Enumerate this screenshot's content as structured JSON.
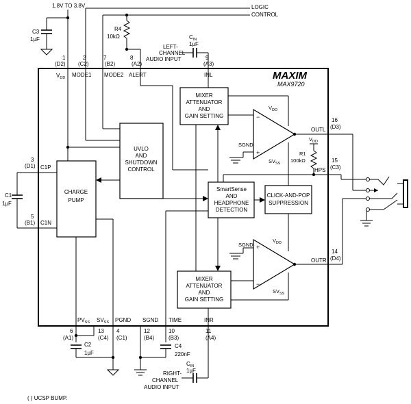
{
  "top": {
    "supply": "1.8V TO 3.8V",
    "logic1": "LOGIC",
    "logic2": "CONTROL",
    "c3": "C3",
    "c3v": "1µF",
    "r4": "R4",
    "r4v": "10kΩ",
    "cin": "C",
    "cin_sub": "IN",
    "cinv": "1µF",
    "left1": "LEFT-",
    "left2": "CHANNEL",
    "left3": "AUDIO INPUT"
  },
  "pins_top": {
    "p1": "1",
    "p1b": "(D2)",
    "vdd": "V",
    "vdd_sub": "DD",
    "p2": "2",
    "p2b": "(C2)",
    "mode1": "MODE1",
    "p7": "7",
    "p7b": "(B2)",
    "mode2": "MODE2",
    "p8": "8",
    "p8b": "(A2)",
    "alert": "ALERT",
    "p9": "9",
    "p9b": "(A3)",
    "inl": "INL"
  },
  "pins_left": {
    "p3": "3",
    "p3b": "(D1)",
    "c1p": "C1P",
    "p5": "5",
    "p5b": "(B1)",
    "c1n": "C1N",
    "c1": "C1",
    "c1v": "1µF"
  },
  "pins_right": {
    "p16": "16",
    "p16b": "(D3)",
    "outl": "OUTL",
    "p15": "15",
    "p15b": "(C3)",
    "hps": "HPS",
    "p14": "14",
    "p14b": "(D4)",
    "outr": "OUTR",
    "r1": "R1",
    "r1v": "100kΩ",
    "r1vdd": "V",
    "r1vdd_sub": "DD"
  },
  "pins_bottom": {
    "pvss": "PV",
    "pvss_sub": "SS",
    "p6": "6",
    "p6b": "(A1)",
    "svss": "SV",
    "svss_sub": "SS",
    "p13": "13",
    "p13b": "(C4)",
    "pgnd": "PGND",
    "p4": "4",
    "p4b": "(C1)",
    "sgnd": "SGND",
    "p12": "12",
    "p12b": "(B4)",
    "time": "TIME",
    "p10": "10",
    "p10b": "(B3)",
    "inr": "INR",
    "p11": "11",
    "p11b": "(A4)",
    "c2": "C2",
    "c2v": "1µF",
    "c4": "C4",
    "c4v": "220nF",
    "cin": "C",
    "cin_sub": "IN",
    "cinv": "1µF",
    "right1": "RIGHT-",
    "right2": "CHANNEL",
    "right3": "AUDIO INPUT"
  },
  "blocks": {
    "logo": "MAXIM",
    "part": "MAX9720",
    "mixer_l": [
      "MIXER",
      "ATTENUATOR",
      "AND",
      "GAIN SETTING"
    ],
    "mixer_r": [
      "MIXER",
      "ATTENUATOR",
      "AND",
      "GAIN SETTING"
    ],
    "uvlo": [
      "UVLO",
      "AND",
      "SHUTDOWN",
      "CONTROL"
    ],
    "charge": [
      "CHARGE",
      "PUMP"
    ],
    "smart": [
      "SmartSense",
      "AND",
      "HEADPHONE",
      "DETECTION"
    ],
    "click": [
      "CLICK-AND-POP",
      "SUPPRESSION"
    ]
  },
  "amps": {
    "vdd": "V",
    "vdd_sub": "DD",
    "vss": "SV",
    "vss_sub": "SS",
    "sgnd": "SGND",
    "minus": "−",
    "plus": "+"
  },
  "footnote": "( ) UCSP BUMP."
}
